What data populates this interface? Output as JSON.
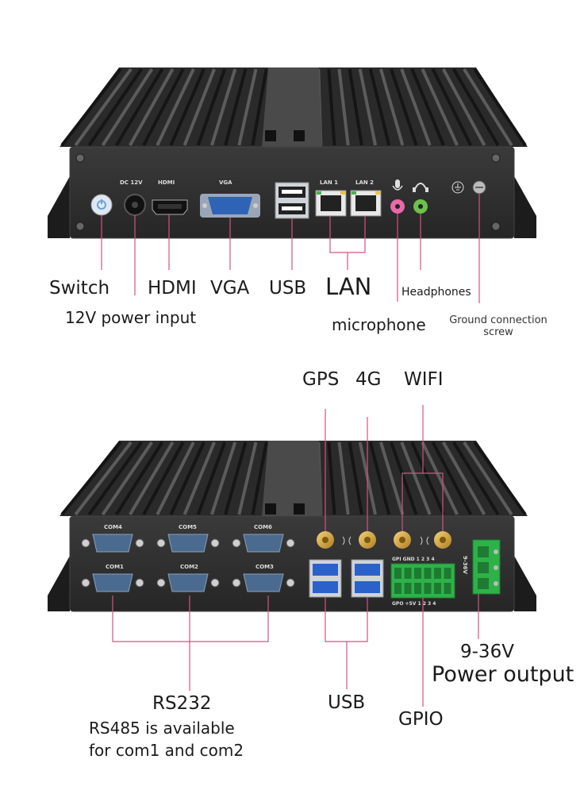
{
  "top_view": {
    "port_marks": {
      "dc": "DC 12V",
      "hdmi": "HDMI",
      "vga": "VGA",
      "lan1": "LAN 1",
      "lan2": "LAN 2"
    },
    "callouts": {
      "switch": "Switch",
      "power_input": "12V power input",
      "hdmi": "HDMI",
      "vga": "VGA",
      "usb": "USB",
      "lan": "LAN",
      "headphones": "Headphones",
      "microphone": "microphone",
      "ground_line1": "Ground connection",
      "ground_line2": "screw"
    }
  },
  "bottom_view": {
    "port_marks": {
      "com4": "COM4",
      "com5": "COM5",
      "com6": "COM6",
      "com1": "COM1",
      "com2": "COM2",
      "com3": "COM3",
      "gpio_top": "GPI GND 1  2  3  4",
      "gpio_bottom": "GPO +5V 1  2  3  4",
      "power_rating": "9-36V"
    },
    "callouts": {
      "gps": "GPS",
      "g4": "4G",
      "wifi": "WIFI",
      "voltage": "9-36V",
      "power_output": "Power output",
      "rs232": "RS232",
      "rs485_line1": "RS485 is available",
      "rs485_line2": "for com1 and com2",
      "usb": "USB",
      "gpio": "GPIO"
    }
  },
  "colors": {
    "callout_line": "#d4537e",
    "chassis": "#2e2e2e",
    "fins": "#3a3a3a",
    "vga_blue": "#2f63b5",
    "usb_blue": "#2a62c9",
    "lan_green": "#f2f2f2",
    "gpio_green": "#2fb14a",
    "mic_pink": "#e86aa8",
    "headphone_green": "#6cc24a",
    "antenna_gold": "#d8a53a"
  }
}
